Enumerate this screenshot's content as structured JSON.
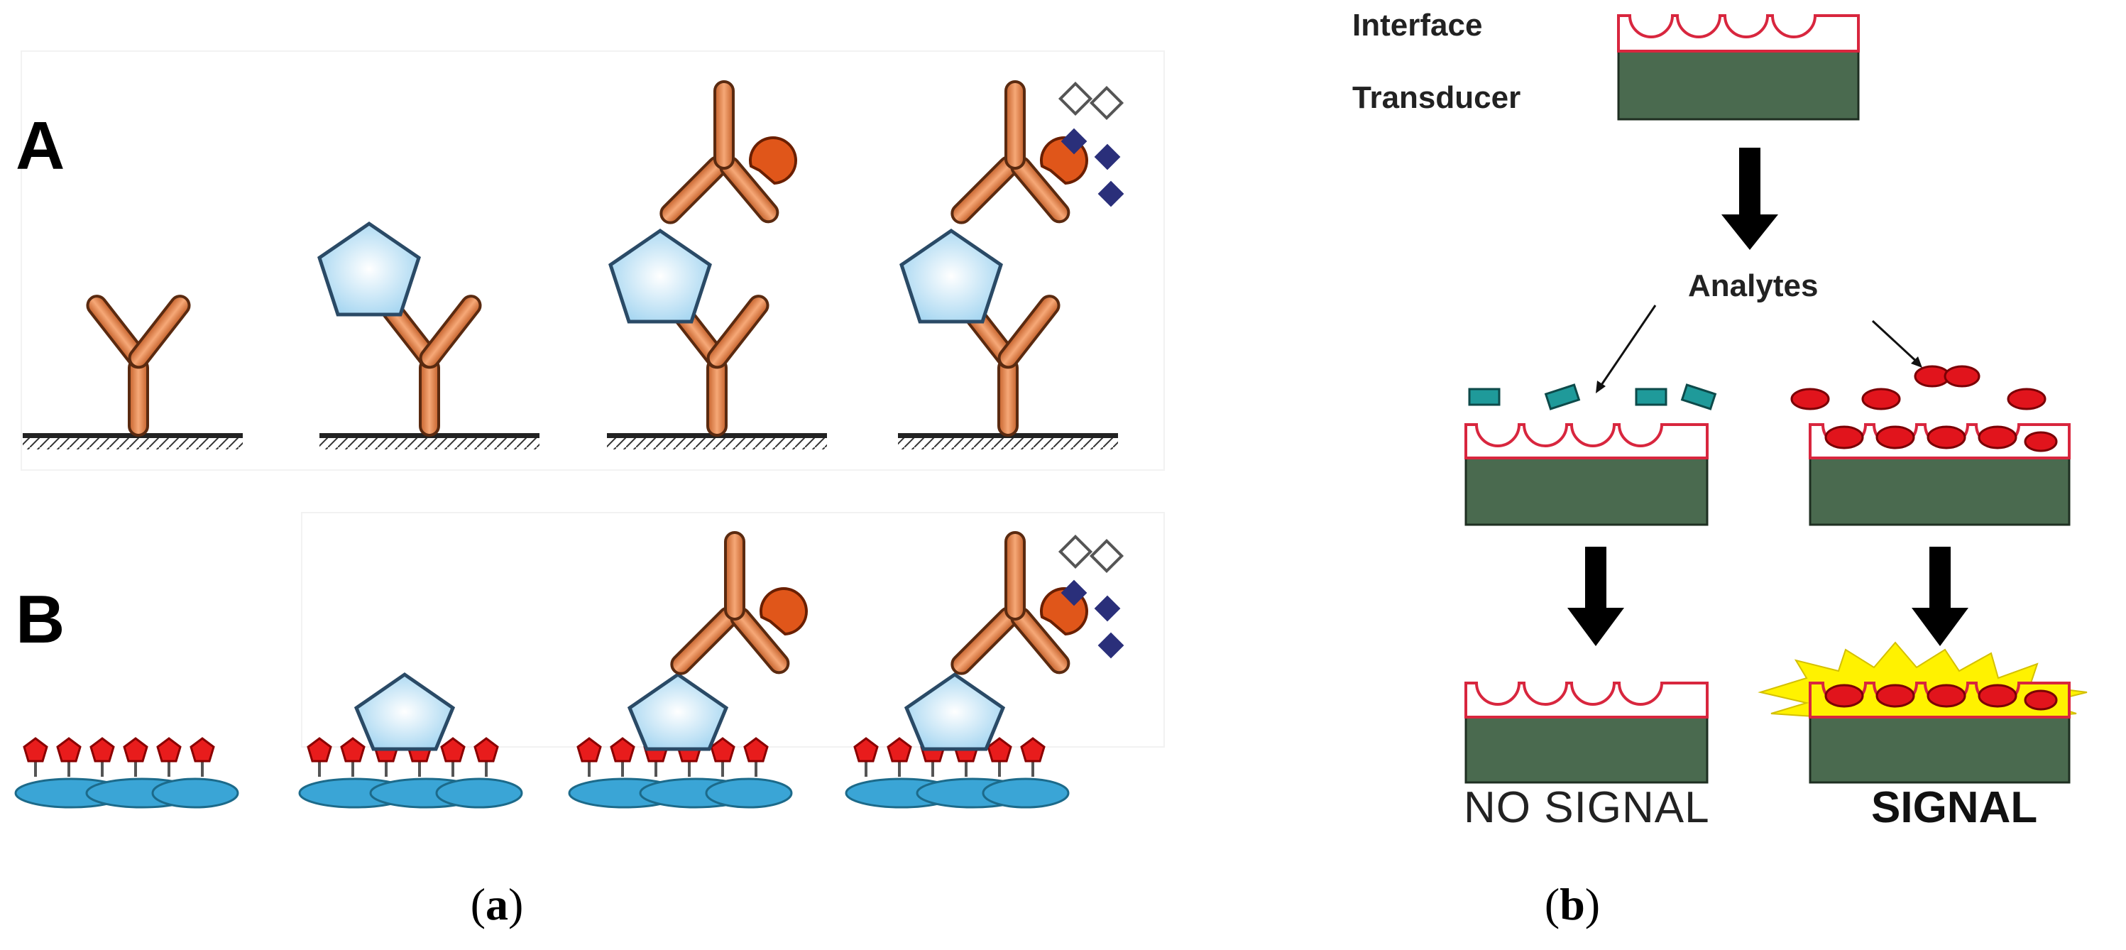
{
  "panel_a": {
    "row_a_label": "A",
    "row_b_label": "B",
    "caption": {
      "open": "(",
      "letter": "a",
      "close": ")"
    }
  },
  "panel_b": {
    "interface_label": "Interface",
    "transducer_label": "Transducer",
    "analytes_label": "Analytes",
    "no_signal_label": "NO SIGNAL",
    "signal_label": "SIGNAL",
    "caption": {
      "open": "(",
      "letter": "b",
      "close": ")"
    }
  },
  "colors": {
    "antibody_fill": "#e8854a",
    "antibody_stroke": "#5a2a10",
    "antigen_fill": "#9fd3f0",
    "antigen_stroke": "#2a4a66",
    "enzyme_fill": "#e0561a",
    "product_fill": "#2a2f7a",
    "substrate_stroke": "#555555",
    "receptor_red": "#e81c1c",
    "membrane_blue": "#3aa5d6",
    "interface_red": "#d8263e",
    "transducer_green": "#4a6a4f",
    "teal_analyte": "#1f9a9a",
    "red_analyte": "#e1141c",
    "signal_yellow": "#fff200",
    "arrow": "#000000"
  }
}
